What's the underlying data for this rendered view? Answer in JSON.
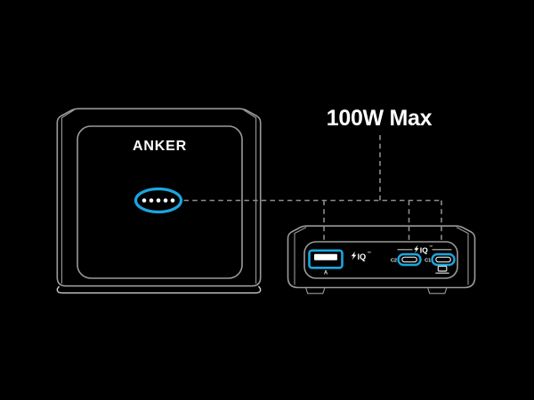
{
  "colors": {
    "background": "#000000",
    "line_gray": "#9a9a9a",
    "line_bright": "#cfcfcf",
    "dash_gray": "#8d8d8d",
    "accent_blue": "#1ba6e0",
    "text_white": "#ffffff",
    "label_gray": "#e3e3e3"
  },
  "callout": {
    "label": "100W Max"
  },
  "front_device": {
    "brand": "ANKER",
    "indicator": {
      "dot_count": 5
    }
  },
  "ports_device": {
    "usb_a": {
      "label": "A",
      "badge_text": "IQ",
      "badge_mark": "™"
    },
    "usb_c_badge": {
      "text": "IQ",
      "mark": "™"
    },
    "usb_c_ports": [
      {
        "label": "C2"
      },
      {
        "label": "C1"
      }
    ]
  }
}
